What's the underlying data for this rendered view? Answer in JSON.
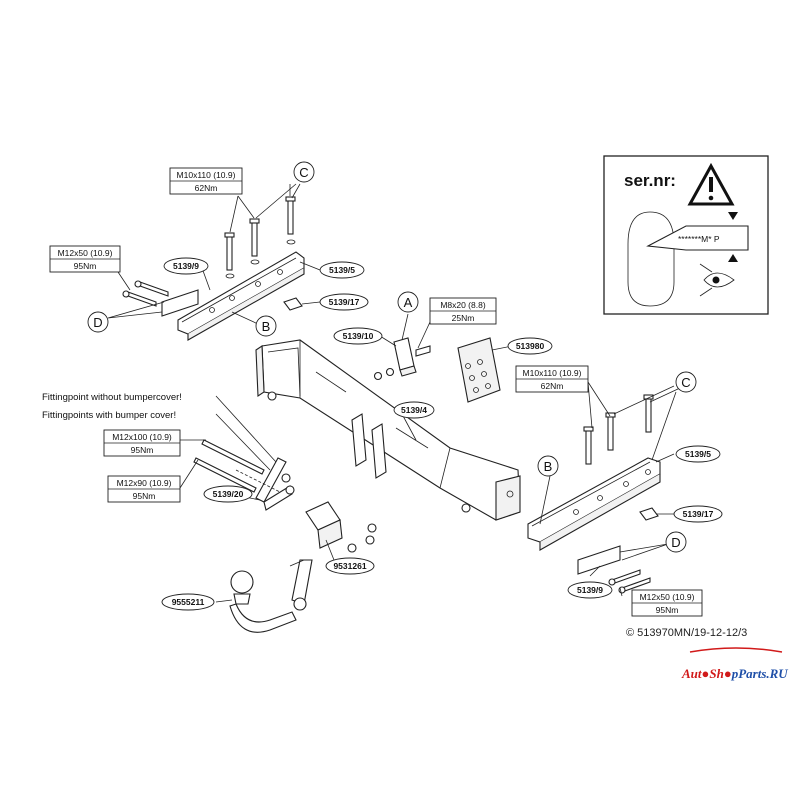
{
  "parts": {
    "p5139_9_left": "5139/9",
    "p5139_5_left": "5139/5",
    "p5139_17_left": "5139/17",
    "p5139_10": "5139/10",
    "p513980": "513980",
    "p5139_4": "5139/4",
    "p5139_20": "5139/20",
    "p9531261": "9531261",
    "p9555211": "9555211",
    "p5139_5_right": "5139/5",
    "p5139_17_right": "5139/17",
    "p5139_9_right": "5139/9"
  },
  "bolts": {
    "m10_left": {
      "spec": "M10x110 (10.9)",
      "torque": "62Nm"
    },
    "m12_left": {
      "spec": "M12x50 (10.9)",
      "torque": "95Nm"
    },
    "m8": {
      "spec": "M8x20 (8.8)",
      "torque": "25Nm"
    },
    "m10_right": {
      "spec": "M10x110 (10.9)",
      "torque": "62Nm"
    },
    "m12x100": {
      "spec": "M12x100 (10.9)",
      "torque": "95Nm"
    },
    "m12x90": {
      "spec": "M12x90 (10.9)",
      "torque": "95Nm"
    },
    "m12_right": {
      "spec": "M12x50 (10.9)",
      "torque": "95Nm"
    }
  },
  "letters": {
    "a": "A",
    "b": "B",
    "c": "C",
    "d": "D"
  },
  "notes": {
    "without_bumper": "Fittingpoint without bumpercover!",
    "with_bumper": "Fittingpoints with bumper cover!"
  },
  "serial_panel": {
    "title": "ser.nr:",
    "plate": "*******M* P"
  },
  "copyright": "© 513970MN/19-12-12/3",
  "watermark": {
    "prefix": "Aut",
    "mid": "Sh",
    "suffix": "pParts.RU"
  },
  "colors": {
    "watermark_red": "#d11a1a",
    "watermark_blue": "#1f4fa8"
  }
}
